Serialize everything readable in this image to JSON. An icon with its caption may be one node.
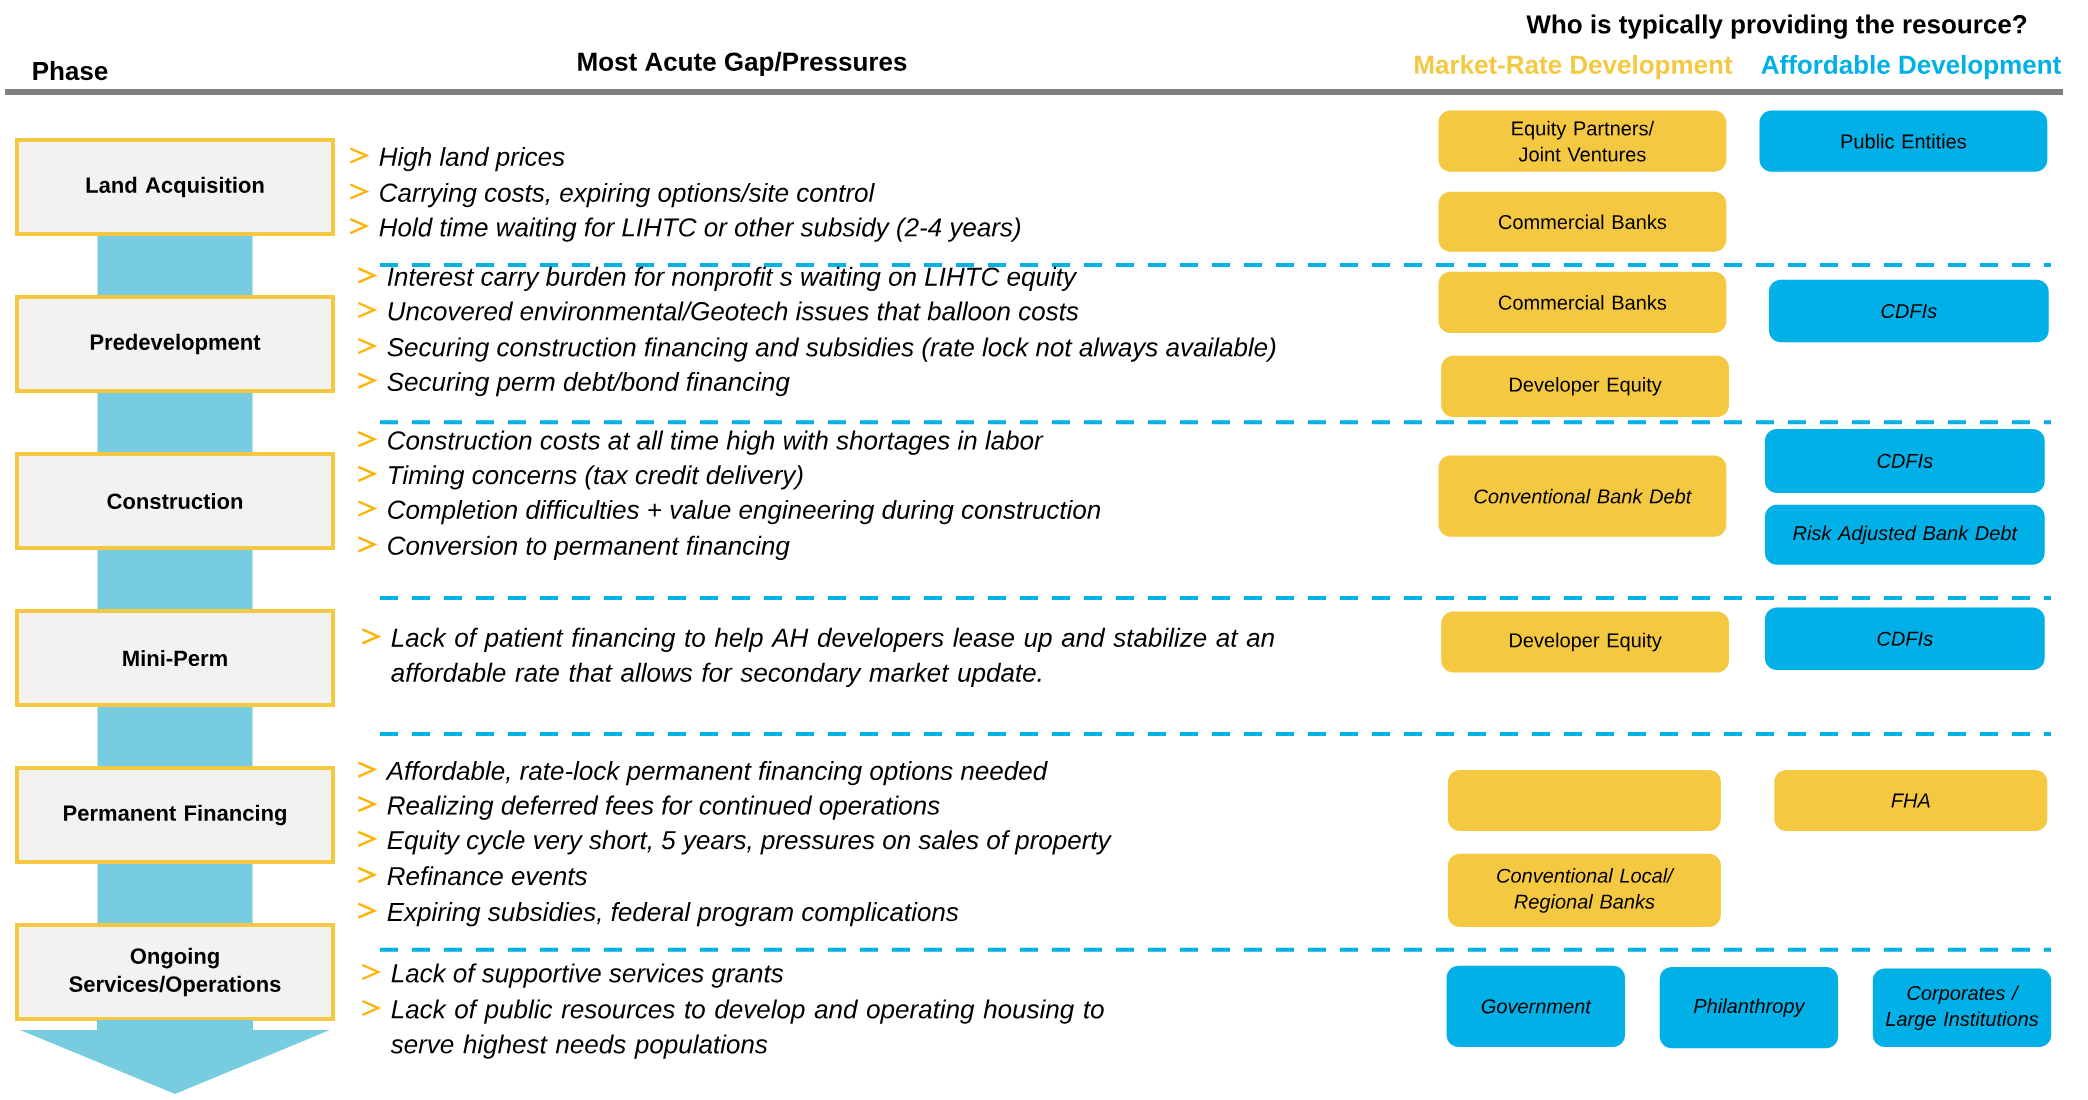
{
  "diagram": {
    "nodes": [
      {
        "text": [
          "Land Acquisition"
        ]
      },
      {
        "text": [
          "Predevelopment"
        ]
      },
      {
        "text": [
          "Construction"
        ]
      },
      {
        "text": [
          "Mini-Perm"
        ]
      },
      {
        "text": [
          "Permanent Financing"
        ]
      },
      {
        "text": [
          "Ongoing Services/Operations"
        ]
      },
      {
        "text": [
          "Equity Partners/ Joint Ventures"
        ]
      },
      {
        "text": [
          "Public Entities"
        ]
      },
      {
        "text": [
          "Commercial Banks"
        ]
      },
      {
        "text": [
          "Commercial Banks"
        ]
      },
      {
        "text": [
          "CDFIs"
        ]
      },
      {
        "text": [
          "Developer Equity"
        ]
      },
      {
        "text": [
          "CDFIs"
        ]
      },
      {
        "text": [
          "Conventional Bank Debt"
        ]
      },
      {
        "text": [
          "Risk Adjusted Bank Debt"
        ]
      },
      {
        "text": [
          "Developer Equity"
        ]
      },
      {
        "text": [
          "CDFIs"
        ]
      },
      {
        "text": [],
        "shape": "box"
      },
      {
        "text": [
          "FHA"
        ]
      },
      {
        "text": [
          "Conventional Local/ Regional Banks"
        ]
      },
      {
        "text": [
          "Government"
        ]
      },
      {
        "text": [
          "Philanthropy"
        ]
      },
      {
        "text": [
          "Corporates / Large Institutions"
        ]
      }
    ],
    "edges": [
      {
        "from": 0,
        "to": 1,
        "arrow": "none"
      },
      {
        "from": 1,
        "to": 2,
        "arrow": "none"
      },
      {
        "from": 2,
        "to": 3,
        "arrow": "none"
      },
      {
        "from": 3,
        "to": 4,
        "arrow": "none"
      },
      {
        "from": 4,
        "to": 5,
        "arrow": "none"
      },
      {
        "from": 5,
        "to": null,
        "arrow": "to"
      }
    ],
    "labels": [
      "Who is typically providing the resource?",
      "Phase",
      "Most Acute Gap/Pressures",
      "High land prices",
      "Carrying costs, expiring options/site control",
      "Hold time waiting for LIHTC or other subsidy (2-4 years)",
      "Interest carry burden for nonprofit s waiting on LIHTC equity",
      "Uncovered environmental/Geotech issues that balloon costs",
      "Securing construction financing and subsidies (rate lock not always available)",
      "Securing perm debt/bond financing",
      "Construction costs at all time high with shortages in labor",
      "Timing concerns (tax credit delivery)",
      "Completion difficulties + value engineering during construction",
      "Conversion to permanent financing",
      "Lack of patient financing to help AH developers lease up and stabilize at an affordable rate that allows for secondary market update.",
      "Affordable, rate-lock permanent financing options needed",
      "Realizing deferred fees for continued operations",
      "Equity cycle very short, 5 years, pressures on sales of property",
      "Refinance events",
      "Expiring subsidies, federal program complications",
      "Lack of supportive services grants",
      "Lack of public resources to develop and operating housing to serve highest needs populations"
    ],
    "legend": [
      {
        "text": "Market-Rate Development",
        "color": "#f5c842"
      },
      {
        "text": "Affordable Development",
        "color": "#00b0e6"
      }
    ]
  }
}
